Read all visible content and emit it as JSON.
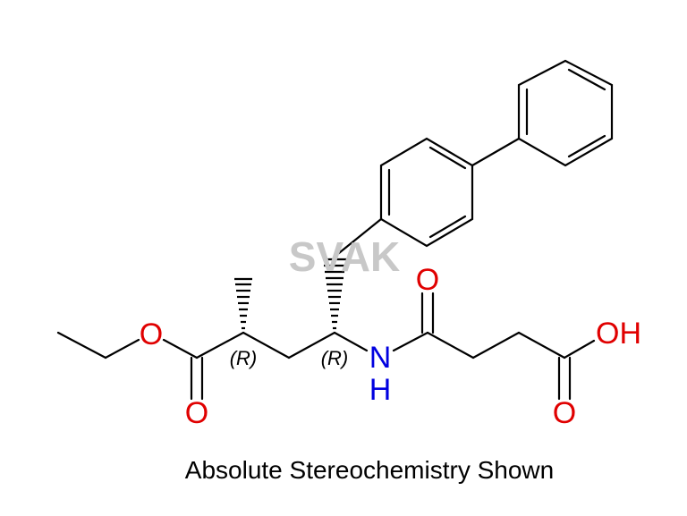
{
  "watermark": "SVAK",
  "caption": "Absolute Stereochemistry Shown",
  "colors": {
    "oxygen": "#e00000",
    "nitrogen": "#0000e0",
    "bond": "#000000",
    "watermark": "#c8c8c8"
  },
  "atoms": {
    "ester_o": "O",
    "ester_carbonyl_o": "O",
    "amide_o": "O",
    "amide_n": "N",
    "amide_h": "H",
    "acid_oh": "OH",
    "acid_carbonyl_o": "O"
  },
  "stereo_labels": {
    "c2": "(R)",
    "c4": "(R)"
  }
}
